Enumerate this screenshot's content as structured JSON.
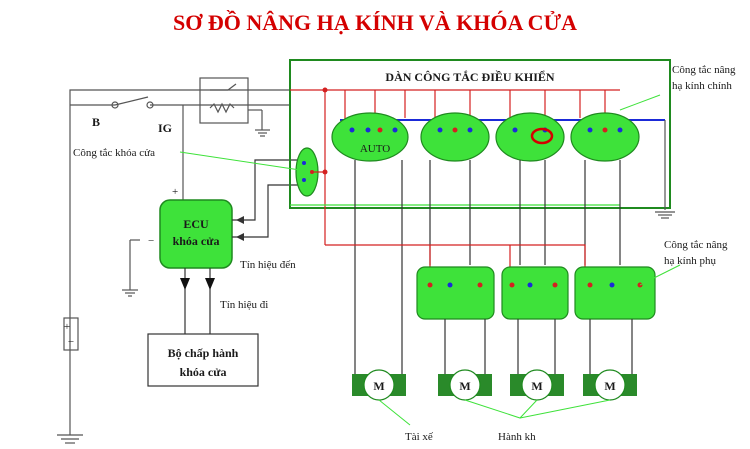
{
  "title": "SƠ ĐỒ NÂNG HẠ KÍNH VÀ KHÓA CỬA",
  "labels": {
    "panel_title": "DÀN CÔNG TẮC ĐIỀU KHIỂN",
    "main_switch_line1": "Công tắc nâng",
    "main_switch_line2": "hạ kính chính",
    "sub_switch_line1": "Công tắc nâng",
    "sub_switch_line2": "hạ kính phụ",
    "door_lock_switch": "Công tắc khóa cửa",
    "ecu_line1": "ECU",
    "ecu_line2": "khóa cửa",
    "signal_in": "Tín hiệu đến",
    "signal_out": "Tín hiệu đi",
    "actuator_line1": "Bộ chấp hành",
    "actuator_line2": "khóa cửa",
    "auto": "AUTO",
    "b": "B",
    "ig": "IG",
    "plus": "+",
    "minus": "−",
    "driver": "Tài xế",
    "passenger": "Hành kh",
    "motor": "M"
  },
  "colors": {
    "title": "#d40000",
    "green_fill": "#3ee23a",
    "green_dark": "#1f8a1f",
    "wire_red": "#d42020",
    "wire_blue": "#1b2ad8",
    "wire_gray": "#555555",
    "motor_bracket": "#2a8a2a"
  }
}
